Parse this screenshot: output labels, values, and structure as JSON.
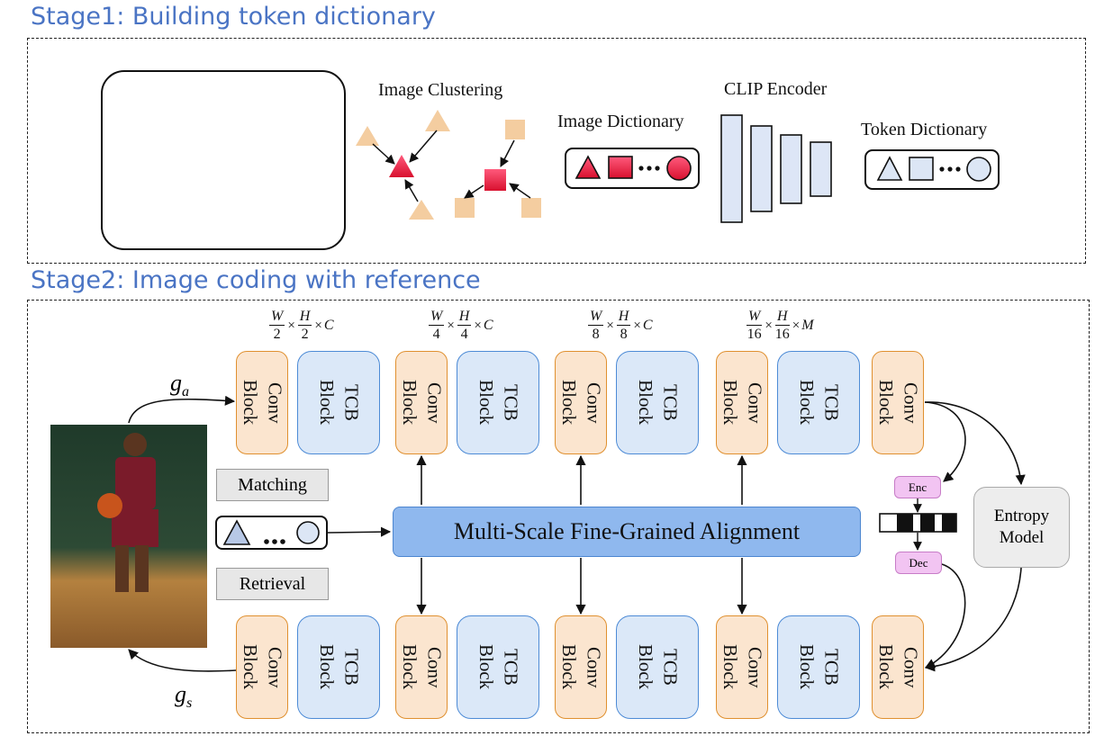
{
  "stage1": {
    "title": "Stage1: Building token dictionary",
    "ellipsis": "...",
    "image_clustering": "Image Clustering",
    "image_dictionary": "Image Dictionary",
    "clip_encoder": "CLIP Encoder",
    "token_dictionary": "Token Dictionary"
  },
  "stage2": {
    "title": "Stage2: Image coding with reference",
    "dims": [
      {
        "w": "W",
        "wd": "2",
        "h": "H",
        "hd": "2",
        "c": "C"
      },
      {
        "w": "W",
        "wd": "4",
        "h": "H",
        "hd": "4",
        "c": "C"
      },
      {
        "w": "W",
        "wd": "8",
        "h": "H",
        "hd": "8",
        "c": "C"
      },
      {
        "w": "W",
        "wd": "16",
        "h": "H",
        "hd": "16",
        "c": "M"
      }
    ],
    "times": "×",
    "conv_block": "Conv\nBlock",
    "tcb_block": "TCB\nBlock",
    "ga": "g",
    "ga_sub": "a",
    "gs": "g",
    "gs_sub": "s",
    "matching": "Matching",
    "retrieval": "Retrieval",
    "alignment": "Multi-Scale Fine-Grained Alignment",
    "enc": "Enc",
    "dec": "Dec",
    "entropy_model": "Entropy\nModel",
    "ellipsis": "..."
  },
  "colors": {
    "accent_title": "#4a74c4",
    "conv_fill": "#fbe5cf",
    "conv_border": "#e0902f",
    "tcb_fill": "#dbe8f8",
    "tcb_border": "#4d8bd6",
    "alignment_fill": "#8fb8ee",
    "pink_marker": "#ee4a7a",
    "beige_marker": "#f4cda0",
    "light_blue_token": "#dce6f5"
  }
}
